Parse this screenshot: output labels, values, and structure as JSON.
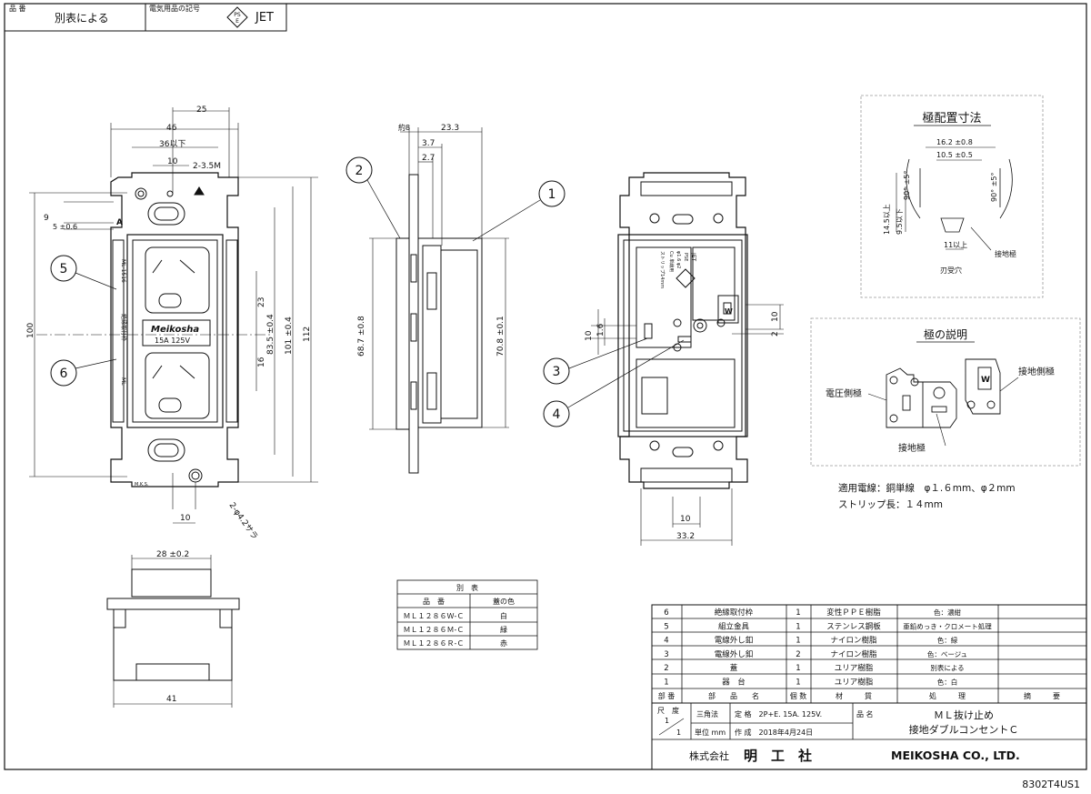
{
  "header": {
    "hinban_label": "品 番",
    "hinban_value": "別表による",
    "mark_label": "電気用品の記号",
    "pse_top": "PS",
    "pse_bottom": "E",
    "jet": "JET"
  },
  "front_view": {
    "dims": {
      "d25": "25",
      "d46": "46",
      "d36": "36以下",
      "d10": "10",
      "screw": "2-3.5M",
      "d9": "9",
      "d5": "5 ±0.6",
      "d100": "100",
      "d23": "23",
      "d16": "16",
      "d83_5": "83.5 ±0.4",
      "d101": "101 ±0.4",
      "d112": "112",
      "d10b": "10",
      "holes": "2-φ4.2サラ"
    },
    "logo": "Meikosha",
    "rating": "15A 125V",
    "mark_a": "A",
    "side_text_1": "ML-1516",
    "side_text_2": "絶縁取付枠",
    "side_text_3": "ML",
    "bottom_mark": "M.K.S."
  },
  "side_view": {
    "dims": {
      "d8": "約8",
      "d23_3": "23.3",
      "d3_7": "3.7",
      "d2_7": "2.7",
      "d68_7": "68.7 ±0.8",
      "d70_8": "70.8 ±0.1"
    }
  },
  "back_view": {
    "dims": {
      "d1_6": "1.6",
      "d10a": "10",
      "d10b": "10",
      "d2": "2",
      "d10c": "10",
      "d33_2": "33.2"
    },
    "label_text_1": "ストリップ14mm",
    "label_text_2": "Cu 単線用",
    "label_text_3": "φ1.6 φ2",
    "ps_mark": "PSE",
    "jet": "JET",
    "w": "W"
  },
  "bottom_view": {
    "dims": {
      "d28": "28 ±0.2",
      "d41": "41"
    }
  },
  "callouts": [
    "1",
    "2",
    "3",
    "4",
    "5",
    "6"
  ],
  "pole_spacing": {
    "title": "極配置寸法",
    "d16_2": "16.2 ±0.8",
    "d10_5": "10.5 ±0.5",
    "d14_5": "14.5以上",
    "d9_5": "9.5以下",
    "d11": "11以上",
    "ang1": "90° ±5°",
    "ang2": "90° ±5°",
    "ground": "接地極",
    "socket": "刃受穴"
  },
  "pole_desc": {
    "title": "極の説明",
    "voltage_side": "電圧側極",
    "ground_side": "接地側極",
    "ground": "接地極",
    "w": "W",
    "wire": "適用電線：銅単線　φ１.６mm、φ２mm",
    "strip": "ストリップ長：１４mm"
  },
  "variant_table": {
    "title": "別　表",
    "headers": [
      "品　番",
      "蓋の色"
    ],
    "rows": [
      [
        "ＭＬ１２８６Ｗ-Ｃ",
        "白"
      ],
      [
        "ＭＬ１２８６Ｍ-Ｃ",
        "緑"
      ],
      [
        "ＭＬ１２８６Ｒ-Ｃ",
        "赤"
      ]
    ]
  },
  "parts_table": {
    "rows": [
      {
        "no": "6",
        "name": "絶縁取付枠",
        "qty": "1",
        "material": "変性ＰＰＥ樹脂",
        "process": "色：濃紺"
      },
      {
        "no": "5",
        "name": "組立金具",
        "qty": "1",
        "material": "ステンレス鋼板",
        "process": "亜鉛めっき・クロメート処理"
      },
      {
        "no": "4",
        "name": "電線外し釦",
        "qty": "1",
        "material": "ナイロン樹脂",
        "process": "色：緑"
      },
      {
        "no": "3",
        "name": "電線外し釦",
        "qty": "2",
        "material": "ナイロン樹脂",
        "process": "色：ベージュ"
      },
      {
        "no": "2",
        "name": "蓋",
        "qty": "1",
        "material": "ユリア樹脂",
        "process": "別表による"
      },
      {
        "no": "1",
        "name": "器　台",
        "qty": "1",
        "material": "ユリア樹脂",
        "process": "色：白"
      }
    ],
    "header": {
      "no": "部 番",
      "name": "部　　品　　名",
      "qty": "個 数",
      "material": "材　　　質",
      "process": "処　　　理",
      "remarks": "摘　　　要"
    }
  },
  "title_block": {
    "scale_label": "尺　度",
    "scale_top": "1",
    "scale_bottom": "1",
    "projection": "三角法",
    "unit": "単位 mm",
    "rating": "定 格　2P+E. 15A. 125V.",
    "created": "作 成　2018年4月24日",
    "name_label": "品 名",
    "product_line1": "ＭＬ抜け止め",
    "product_line2": "接地ダブルコンセントＣ",
    "company_jp_prefix": "株式会社",
    "company_jp": "明　工　社",
    "company_en": "MEIKOSHA CO., LTD."
  },
  "drawing_no": "8302T4US1"
}
